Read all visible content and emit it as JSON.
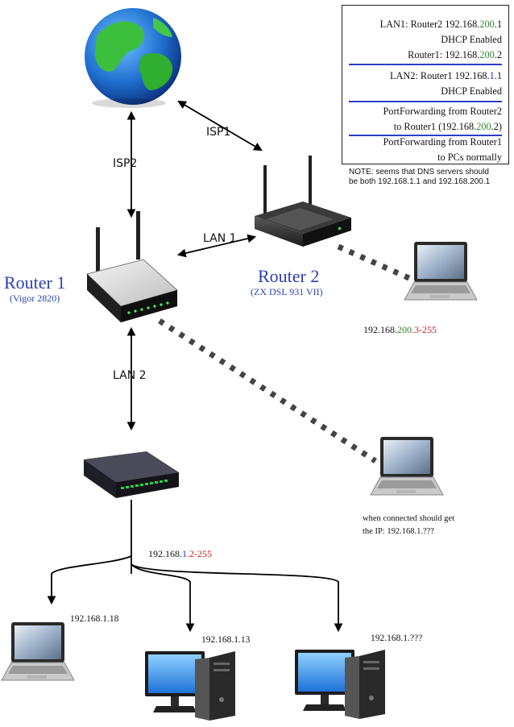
{
  "legend": {
    "lan1_line1": "LAN1: Router2 192.168.",
    "lan1_line1_green": "200",
    "lan1_line1_end": ".1",
    "lan1_line2": "DHCP Enabled",
    "lan1_line3": "Router1: 192.168.",
    "lan1_line3_green": "200",
    "lan1_line3_end": ".2",
    "lan2_line1": "LAN2: Router1 192.168.",
    "lan2_line1_blue": "1",
    "lan2_line1_end": ".1",
    "lan2_line2": "DHCP Enabled",
    "pf1_line1": "PortForwarding from Router2",
    "pf1_line2": "to Router1 (192.168.",
    "pf1_line2_green": "200",
    "pf1_line2_end": ".2)",
    "pf2_line1": "PortForwarding from Router1",
    "pf2_line2": "to PCs normally",
    "accent_color": "#2b3fc8"
  },
  "note": {
    "line1": "NOTE: seems that DNS servers should",
    "line2": "be both 192.168.1.1 and 192.168.200.1"
  },
  "links": {
    "isp1": "ISP1",
    "isp2": "ISP2",
    "lan1": "LAN 1",
    "lan2": "LAN 2"
  },
  "router1": {
    "title": "Router 1",
    "model": "(Vigor 2820)"
  },
  "router2": {
    "title": "Router 2",
    "model": "(ZX DSL 931 VII)"
  },
  "ip_ranges": {
    "router2_range_a": "192.168.",
    "router2_range_b": "200",
    "router2_range_c": ".3-255",
    "router1_range_a": "192.168.",
    "router1_range_b": "1",
    "router1_range_c": ".2-255"
  },
  "wifi_laptop_note": {
    "line1": "when connected should get",
    "line2": "the IP: 192.168.1.???"
  },
  "clients": {
    "laptop": "192.168.1.18",
    "desktop1": "192.168.1.13",
    "desktop2": "192.168.1.???"
  },
  "icons": [
    "globe-icon",
    "router-icon",
    "switch-icon",
    "laptop-icon",
    "desktop-icon"
  ],
  "colors": {
    "router_label": "#2b3fb0",
    "green_octet": "#2e8b2e",
    "blue_octet": "#2030d0",
    "red_range": "#d02020"
  }
}
